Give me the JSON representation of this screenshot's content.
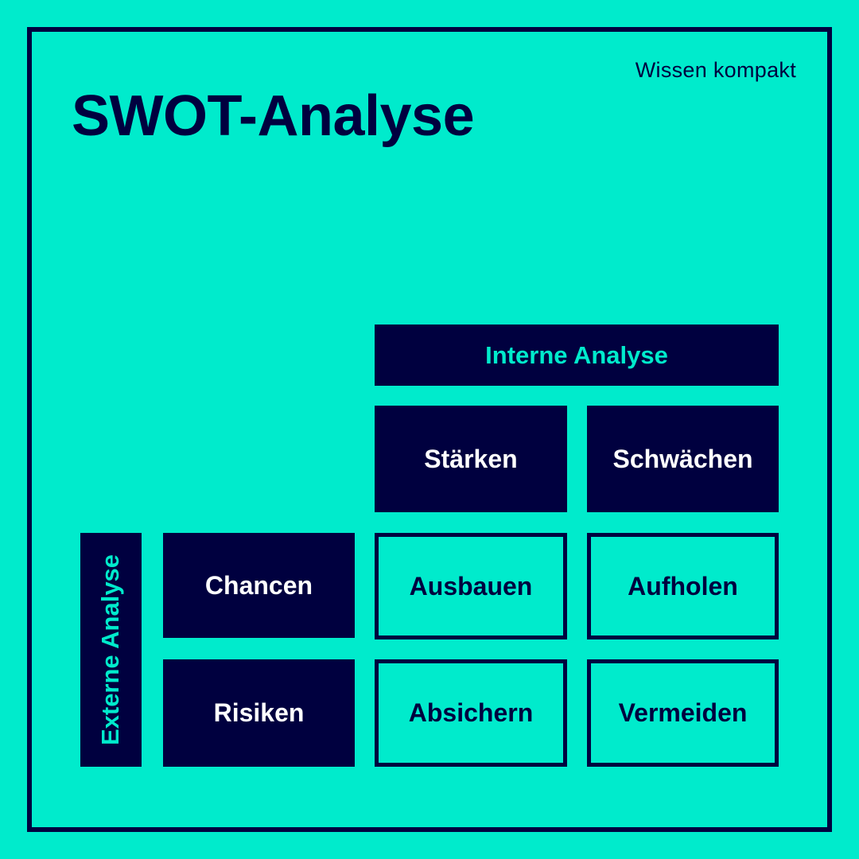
{
  "tagline": "Wissen kompakt",
  "title": "SWOT-Analyse",
  "axes": {
    "internal": "Interne Analyse",
    "external": "Externe Analyse"
  },
  "columns": {
    "strengths": "Stärken",
    "weaknesses": "Schwächen"
  },
  "rows": {
    "opportunities": "Chancen",
    "threats": "Risiken"
  },
  "strategies": {
    "opportunities_strengths": "Ausbauen",
    "opportunities_weaknesses": "Aufholen",
    "threats_strengths": "Absichern",
    "threats_weaknesses": "Vermeiden"
  },
  "colors": {
    "background": "#00EBCC",
    "navy": "#00003F",
    "white": "#FFFFFF"
  }
}
